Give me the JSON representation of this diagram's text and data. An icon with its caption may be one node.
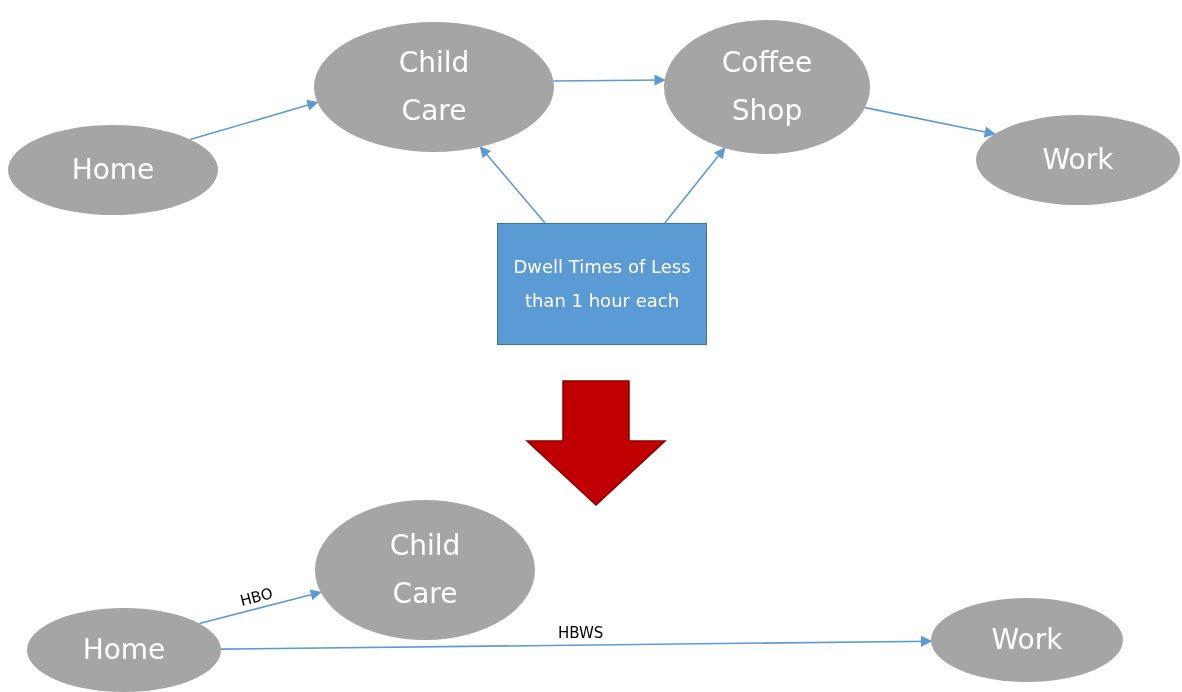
{
  "diagram": {
    "nodes": [
      {
        "text": [
          "Home"
        ]
      },
      {
        "text": [
          "Child Care"
        ]
      },
      {
        "text": [
          "Coffee Shop"
        ]
      },
      {
        "text": [
          "Work"
        ]
      },
      {
        "text": [
          "Dwell Times of Less than 1 hour each"
        ]
      },
      {
        "text": [
          "Child Care"
        ]
      },
      {
        "text": [
          "Home"
        ]
      },
      {
        "text": [
          "Work"
        ]
      }
    ],
    "edges": [
      {
        "from": 0,
        "to": 1,
        "arrow": "to"
      },
      {
        "from": 1,
        "to": 2,
        "arrow": "to"
      },
      {
        "from": 2,
        "to": 3,
        "arrow": "to"
      },
      {
        "from": 4,
        "to": 1,
        "arrow": "to"
      },
      {
        "from": 4,
        "to": 2,
        "arrow": "to"
      },
      {
        "from": 6,
        "to": 5,
        "arrow": "to",
        "label": "HBO"
      },
      {
        "from": 6,
        "to": 7,
        "arrow": "to",
        "label": "HBWS"
      }
    ]
  }
}
